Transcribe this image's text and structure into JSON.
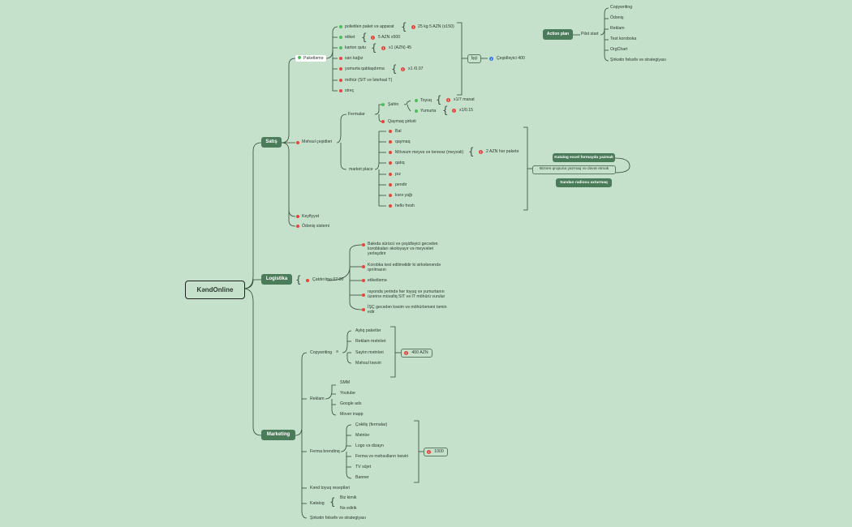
{
  "root": "KəndOnline",
  "main": {
    "satis": "Satış",
    "logistika": "Logistika",
    "marketing": "Marketing"
  },
  "satis": {
    "paketleme": "Paketləmə",
    "pak_items": [
      "polietilen paket və apparat",
      "etiket",
      "karton qutu",
      "sarı kağız",
      "yumurta qablaşdırma",
      "möhür (SIT və İstehsal T)",
      "streç"
    ],
    "pak_notes": [
      "25 kg 5 AZN (x150)",
      "5 AZN x500",
      "x1 (AZN) 45",
      "x1 /0.07"
    ],
    "isci": "İşçi",
    "cesidleyici": "Çeşidləyici 400",
    "mehsul": "Məhsul çeşidləri",
    "fermalar": "Fermalar",
    "sahin": "Şahin",
    "toyuq": "Toyuq",
    "toyuq_note": "x1/7 manat",
    "yumurta": "Yumurta",
    "yumurta_note": "x1/0.15",
    "qaymaq_sirketi": "Qaymaq şirkəti",
    "market_place": "market place",
    "market_items": [
      "Bal",
      "qaymaq",
      "Mövsum meyvə və tərəvəz (meyvəli)",
      "qatıq",
      "pız",
      "pendir",
      "kərə yağı",
      "hello fresh"
    ],
    "market_note": "2 AZN hər paketə",
    "keyfiyyet": "Keyfiyyət",
    "odenis": "Ödəniş sistemi"
  },
  "right": {
    "katalog_excel": "Katalog excel formayda yazmak",
    "biznes": "Biznes qrupuna yazmaq və dəvət etmək",
    "sandan": "Sandan radiosu axtarmaq",
    "action_plan": "Action plan",
    "pilot": "Pilot start",
    "plan_items": [
      "Copywriting",
      "Ödəniş",
      "Reklam",
      "Test koroboka",
      "OrgChart",
      "Şirkətin fəlsəfə və strategiyası"
    ]
  },
  "logistika": {
    "catdirilma": "Çatdırılma 07:00",
    "items": [
      "Bakıda sürücü və çeşidləyici gecədən korobkaları əkoloyayır və meyvələri yerləşdirir",
      "Korobka test edilməlidir ki sirkələnəndə qırılmasın",
      "etiketləmə",
      "rayonda yerində her toyuq və yumurtanın üzərinə müvafiq SIT və İT möhürü vurulur",
      "İŞÇ gecədən kəsim və möhürləməni təmin edir"
    ]
  },
  "marketing": {
    "copywriting": "Copywriting",
    "copy_items": [
      "Aylıq paketlər",
      "Reklam mətnləri",
      "Saytın mətnləri",
      "Məhsul təsviri"
    ],
    "copy_note": "400 AZN",
    "reklam": "Reklam",
    "reklam_items": [
      "SMM",
      "Youtube",
      "Google ads",
      "Mover inapp"
    ],
    "ferma": "Ferma brendinq",
    "ferma_items": [
      "Çəkiliş (fermalar)",
      "Mətnlər",
      "Logo və dizayn",
      "Ferma və məhsulların təsviri",
      "TV süjet",
      "Banner"
    ],
    "ferma_note": "1000",
    "kend_toyuq": "Kənd toyuq reseptləri",
    "katalog": "Katalog",
    "katalog_items": [
      "Biz kimik",
      "Nə edirik"
    ],
    "sirket": "Şirkətin fəlsəfə və strategiyası"
  },
  "colors": {
    "background": "#c5e0cb",
    "tag": "#4a7c59",
    "red_dot": "#e8443a",
    "green_dot": "#4cbf5b",
    "blue_dot": "#3a7ae8"
  }
}
